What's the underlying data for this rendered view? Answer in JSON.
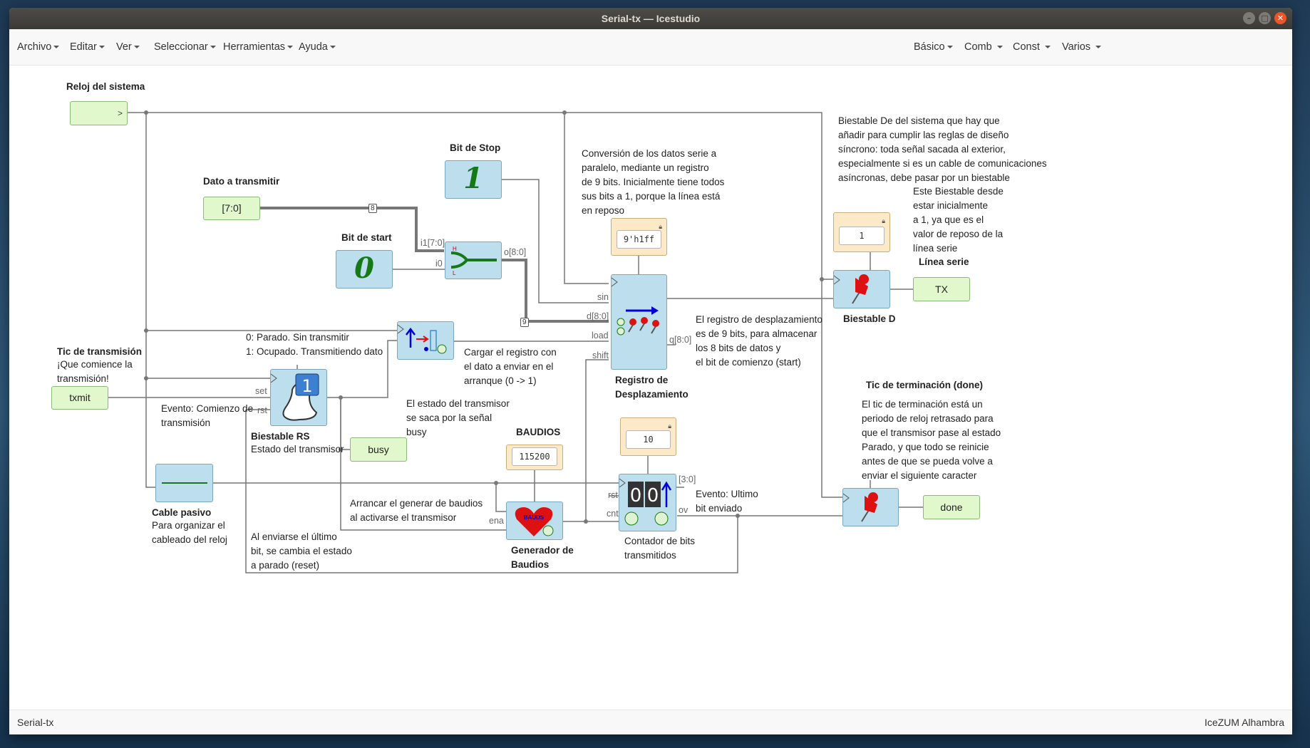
{
  "window": {
    "title": "Serial-tx — Icestudio",
    "controls": [
      "–",
      "□",
      "✕"
    ]
  },
  "menus": {
    "left": [
      "Archivo",
      "Editar",
      "Ver",
      "Seleccionar",
      "Herramientas",
      "Ayuda"
    ],
    "right": [
      "Básico",
      "Comb",
      "Const",
      "Varios"
    ]
  },
  "blocks": {
    "clock_title": "Reloj del sistema",
    "data_title": "Dato a transmitir",
    "data_label": "[7:0]",
    "bus8": "8",
    "bus9": "9",
    "stop_title": "Bit de Stop",
    "stop_glyph": "1",
    "start_title": "Bit de start",
    "start_glyph": "0",
    "join_ports": {
      "i1": "i1[7:0]",
      "i0": "i0",
      "o": "o[8:0]"
    },
    "join_h": "H",
    "join_l": "L",
    "shift_const": "9'h1ff",
    "shift_ports": {
      "sin": "sin",
      "d": "d[8:0]",
      "load": "load",
      "shift": "shift",
      "q": "q[8:0]"
    },
    "shift_title": [
      "Registro de",
      "Desplazamiento"
    ],
    "dff_const": "1",
    "dff_title": "Biestable D",
    "line_title": "Línea serie",
    "tx_label": "TX",
    "txmit_title": "Tic de transmisión",
    "txmit_subtitle": [
      "¡Que comience la",
      "transmisión!"
    ],
    "txmit_label": "txmit",
    "rs_ports": {
      "set": "set",
      "rst": "rst"
    },
    "rs_glyph": "1",
    "rs_title": "Biestable RS",
    "rs_subtitle": "Estado del transmisor",
    "busy_label": "busy",
    "cable_title": "Cable pasivo",
    "cable_subtitle": [
      "Para organizar el",
      "cableado del reloj"
    ],
    "baud_title": "BAUDIOS",
    "baud_const": "115200",
    "baud_heart_text": "BAUDS",
    "baud_gen_port": "ena",
    "baud_gen_title": [
      "Generador de",
      "Baudios"
    ],
    "counter_const": "10",
    "counter_ports": {
      "rst": "rst",
      "cnt": "cnt",
      "out": "[3:0]",
      "ov": "ov"
    },
    "counter_digits": [
      "0",
      "0"
    ],
    "counter_title": [
      "Contador de bits",
      "transmitidos"
    ],
    "done_title": "Tic de terminación (done)",
    "done_label": "done"
  },
  "comments": {
    "dff_note": [
      "Biestable De del sistema que hay que",
      "añadir para cumplir las reglas de diseño",
      "síncrono: toda señal sacada al exterior,",
      "especialmente si es un cable de comunicaciones",
      "asíncronas, debe pasar por un biestable"
    ],
    "dff_init": [
      "Este Biestable desde",
      "estar inicialmente",
      "a 1, ya que es el",
      "valor de reposo de la",
      "línea serie"
    ],
    "conversion": [
      "Conversión de los datos serie a",
      "paralelo, mediante un registro",
      "de 9 bits. Inicialmente tiene todos",
      "sus bits a 1, porque la línea está",
      "en reposo"
    ],
    "state": [
      "0: Parado. Sin transmitir",
      "1: Ocupado. Transmitiendo dato"
    ],
    "load": [
      "Cargar el registro con",
      "el dato a enviar en el",
      "arranque (0 -> 1)"
    ],
    "shift_note": [
      "El registro de desplazamiento",
      "es de 9 bits, para almacenar",
      "los 8 bits de datos y",
      "el bit de comienzo (start)"
    ],
    "event_start": [
      "Evento: Comienzo de",
      "transmisión"
    ],
    "busy_note": [
      "El estado del transmisor",
      "se saca por la señal",
      "busy"
    ],
    "done_note": [
      "El tic de terminación está un",
      "periodo de reloj retrasado para",
      "que el transmisor pase al estado",
      "Parado, y que todo se reinicie",
      "antes de que se pueda volve a",
      "enviar el siguiente caracter"
    ],
    "baud_note": [
      "Arrancar el generar de baudios",
      "al activarse el transmisor"
    ],
    "reset_note": [
      "Al enviarse el último",
      "bit, se cambia el estado",
      "a parado (reset)"
    ],
    "event_last": [
      "Evento: Ultimo",
      "bit enviado"
    ]
  },
  "footer": {
    "left": "Serial-tx",
    "right": "IceZUM Alhambra"
  },
  "colors": {
    "input_fill": "#e1f8cc",
    "block_fill": "#bddeec",
    "const_fill": "#fbe9c8",
    "wire": "#777777"
  }
}
